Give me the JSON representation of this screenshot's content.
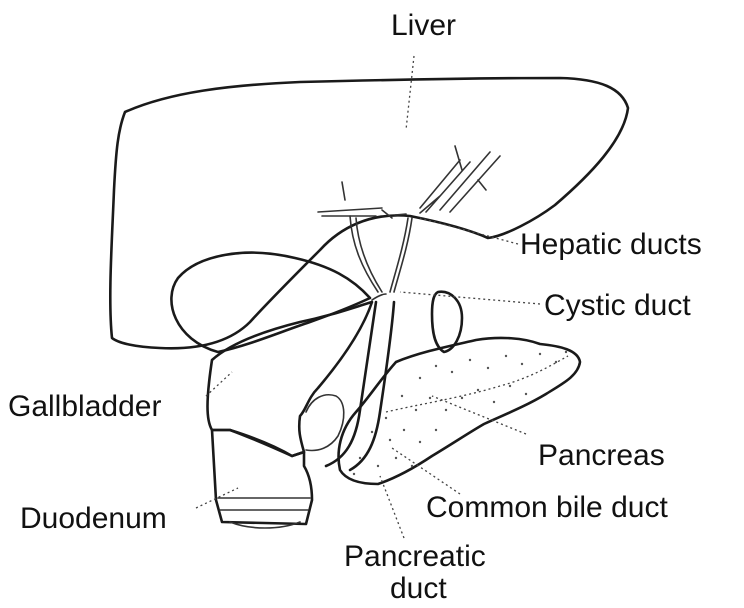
{
  "labels": {
    "liver": "Liver",
    "hepatic_ducts": "Hepatic ducts",
    "cystic_duct": "Cystic duct",
    "gallbladder": "Gallbladder",
    "pancreas": "Pancreas",
    "duodenum": "Duodenum",
    "common_bile_duct": "Common bile duct",
    "pancreatic_duct_line1": "Pancreatic",
    "pancreatic_duct_line2": "duct"
  }
}
